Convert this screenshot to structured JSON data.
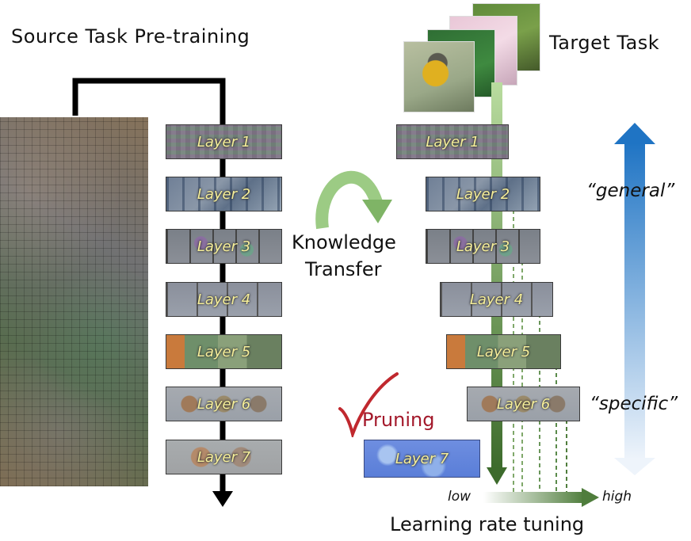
{
  "titles": {
    "source": "Source Task Pre-training",
    "target": "Target Task"
  },
  "source_layers": [
    "Layer 1",
    "Layer 2",
    "Layer 3",
    "Layer 4",
    "Layer 5",
    "Layer 6",
    "Layer 7"
  ],
  "target_layers": [
    "Layer 1",
    "Layer 2",
    "Layer 3",
    "Layer 4",
    "Layer 5",
    "Layer 6",
    "Layer 7"
  ],
  "transfer": {
    "line1": "Knowledge",
    "line2": "Transfer"
  },
  "pruning": "Pruning",
  "scale": {
    "general": "“general”",
    "specific": "“specific”"
  },
  "learning_rate": {
    "low": "low",
    "high": "high",
    "caption": "Learning rate tuning"
  },
  "colors": {
    "green_dark": "#4f7d3c",
    "green_light": "#a8cf8e",
    "blue": "#1f74c4",
    "check_red": "#c0282e"
  }
}
